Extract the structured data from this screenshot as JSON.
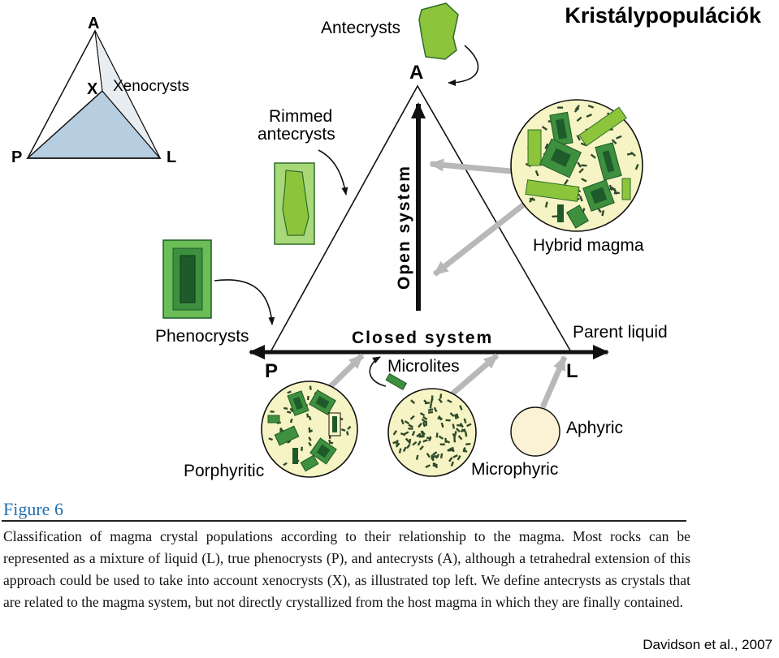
{
  "slide": {
    "title": "Kristálypopulációk"
  },
  "inset": {
    "vertex_a": "A",
    "vertex_x": "X",
    "xenocrysts": "Xenocrysts",
    "vertex_p": "P",
    "vertex_l": "L"
  },
  "diagram": {
    "antecrysts": "Antecrysts",
    "vertex_a": "A",
    "rimmed_line1": "Rimmed",
    "rimmed_line2": "antecrysts",
    "open_system": "Open system",
    "hybrid_magma": "Hybrid magma",
    "phenocrysts": "Phenocrysts",
    "closed_system": "Closed system",
    "parent_liquid": "Parent liquid",
    "vertex_p": "P",
    "vertex_l": "L",
    "microlites": "Microlites",
    "aphyric": "Aphyric",
    "porphyritic": "Porphyritic",
    "microphyric": "Microphyric"
  },
  "figure": {
    "label": "Figure 6",
    "caption": "Classification of magma crystal populations according to their relationship to the magma. Most rocks can be represented as a mixture of liquid (L), true phenocrysts (P), and antecrysts (A), although a tetrahedral extension of this approach could be used to take into account xenocrysts (X), as illustrated top left. We define antecrysts as crystals that are related to the magma system, but not directly crystallized from the host magma in which they are finally contained.",
    "citation": "Davidson et al., 2007"
  },
  "colors": {
    "melt": "#f6f4c4",
    "crystal_light": "#8cc43c",
    "crystal_mid": "#3e8f3e",
    "crystal_dark": "#1e5a2a",
    "arrow_grey": "#b8b8b8",
    "inset_fill": "#b7cde0",
    "figure_label": "#1f6fb0"
  }
}
